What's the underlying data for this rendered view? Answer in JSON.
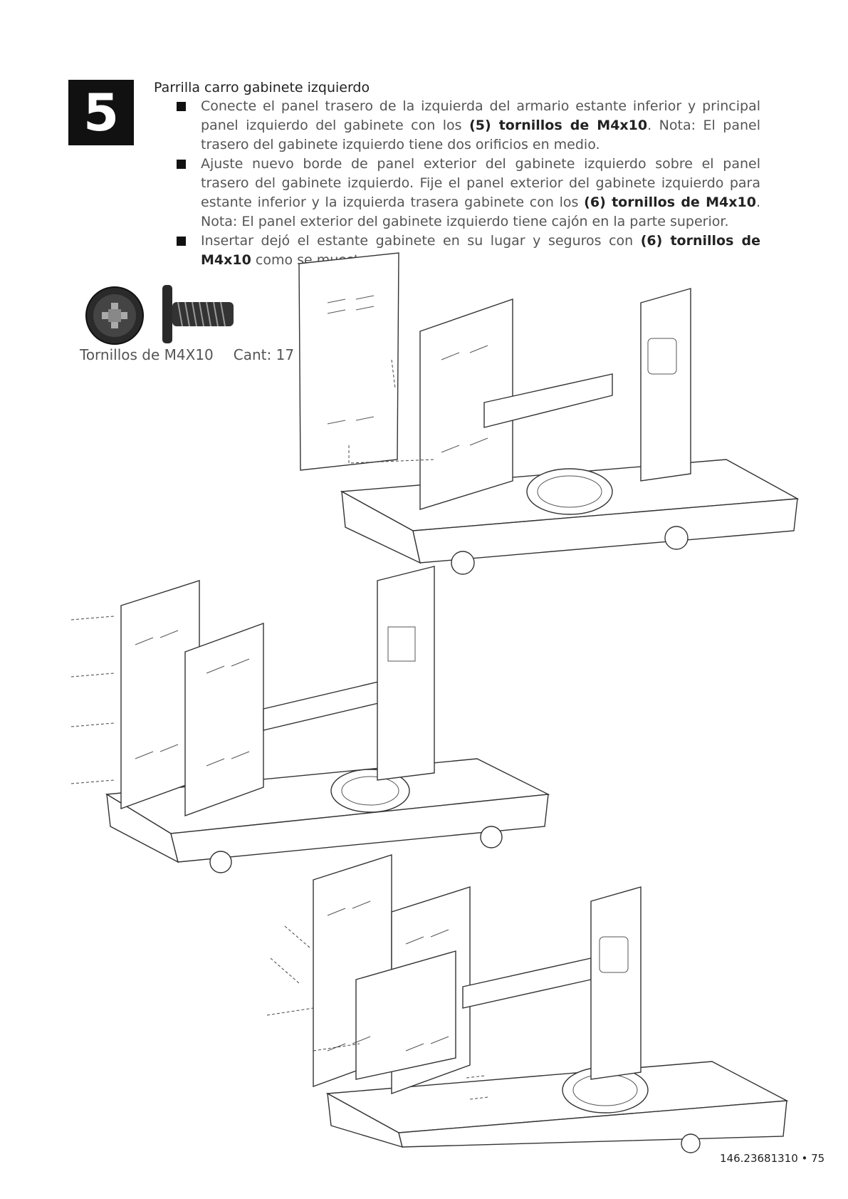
{
  "step": {
    "number": "5",
    "title": "Parrilla carro gabinete izquierdo"
  },
  "instructions": [
    {
      "pre": "Conecte el panel trasero de la izquierda del armario estante inferior y principal panel izquierdo del gabinete con los ",
      "bold": "(5) tornillos de M4x10",
      "post": ". Nota: El panel trasero del gabinete izquierdo tiene dos orificios en medio."
    },
    {
      "pre": "Ajuste nuevo borde de panel exterior del gabinete izquierdo sobre el panel trasero del gabinete izquierdo. Fije el panel exterior del gabinete izquierdo para estante inferior y la izquierda trasera gabinete con los ",
      "bold": "(6) tornillos de M4x10",
      "post": ". Nota: El panel exterior del gabinete izquierdo tiene cajón en la parte superior."
    },
    {
      "pre": "Insertar dejó el estante gabinete en su lugar y seguros con ",
      "bold": "(6) tornillos de M4x10",
      "post": " como se muestra."
    }
  ],
  "hardware": {
    "name": "Tornillos de M4X10",
    "quantity": "Cant: 17 us"
  },
  "page_number": "146.23681310 • 75"
}
